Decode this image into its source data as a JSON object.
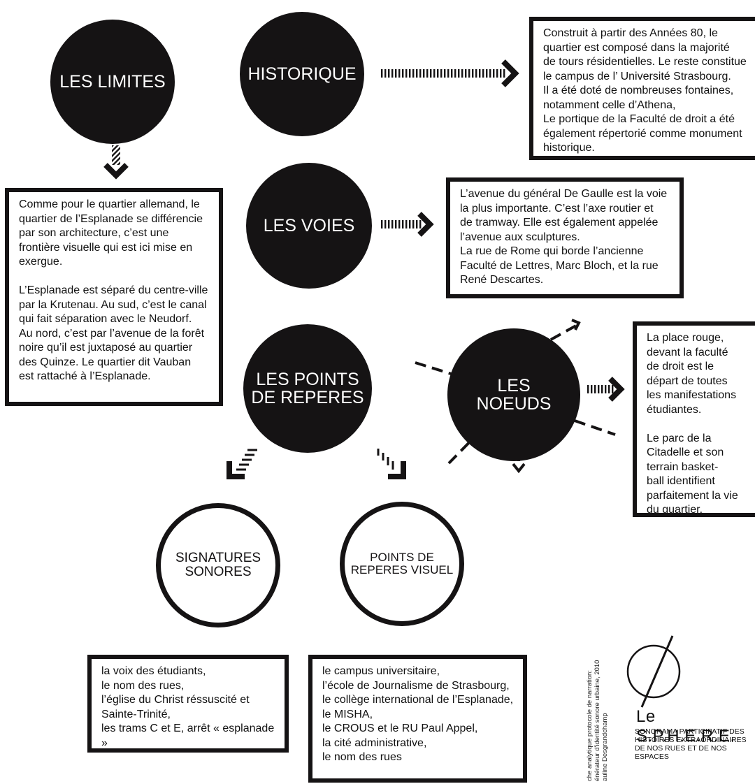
{
  "circles": {
    "limites": "LES LIMITES",
    "historique": "HISTORIQUE",
    "voies": "LES VOIES",
    "points_reperes": "LES POINTS\nDE REPERES",
    "noeuds": "LES\nNOEUDS",
    "signatures_sonores": "SIGNATURES\nSONORES",
    "points_reperes_visuel": "POINTS DE\nREPERES VISUEL"
  },
  "boxes": {
    "historique": "Construit à partir des Années 80, le\nquartier est composé dans la majorité\nde tours résidentielles. Le reste constitue\nle campus de l’ Université Strasbourg.\nIl a été doté de nombreuses fontaines,\nnotamment celle d’Athena,\nLe portique de la Faculté de droit a été\négalement répertorié comme monument\nhistorique.",
    "limites": "Comme pour le quartier allemand, le\nquartier de l’Esplanade se différencie\npar son architecture, c’est une\nfrontière visuelle qui est ici mise en\nexergue.\n\nL’Esplanade est séparé du centre-ville\npar la Krutenau. Au sud, c’est le canal\nqui fait séparation avec le Neudorf.\nAu nord, c’est par l’avenue de la forêt\nnoire qu’il est juxtaposé au quartier\ndes Quinze. Le quartier dit Vauban\nest rattaché à l’Esplanade.",
    "voies": "L’avenue du général De Gaulle est la voie\nla plus importante. C’est l’axe routier et\nde tramway. Elle est également appelée\nl’avenue aux sculptures.\nLa rue de Rome qui borde l’ancienne\nFaculté de Lettres, Marc Bloch, et la rue\nRené Descartes.",
    "noeuds": "La place rouge,\ndevant la faculté\nde droit est le\ndépart de toutes\nles manifestations\nétudiantes.\n\nLe parc de la\nCitadelle et son\nterrain basket-\nball identifient\nparfaitement la vie\ndu quartier.",
    "signatures_sonores": "la voix des étudiants,\nle nom des rues,\nl’église du Christ réssuscité et\nSainte-Trinité,\nles trams C et E, arrêt « esplanade »",
    "points_reperes_visuel": "le campus universitaire,\nl’école de Journalisme de Strasbourg,\nle collège international de l’Esplanade,\nle MISHA,\nle CROUS et le RU Paul Appel,\nla cité administrative,\nle nom des rues"
  },
  "credit": "che analytique protocole de narration:\nénérateur d'identité sonore urbaine, 2010\nauline Desgrandchamp",
  "sphere": {
    "title": "Le S.P.H.E.R.E.",
    "subtitle": "SONORAMA PARTICIPATIF DES\nHISTOIRES EXTRAORDINAIRES\nDE NOS RUES ET DE NOS\nESPACES"
  },
  "colors": {
    "ink": "#151314",
    "paper": "#ffffff"
  }
}
